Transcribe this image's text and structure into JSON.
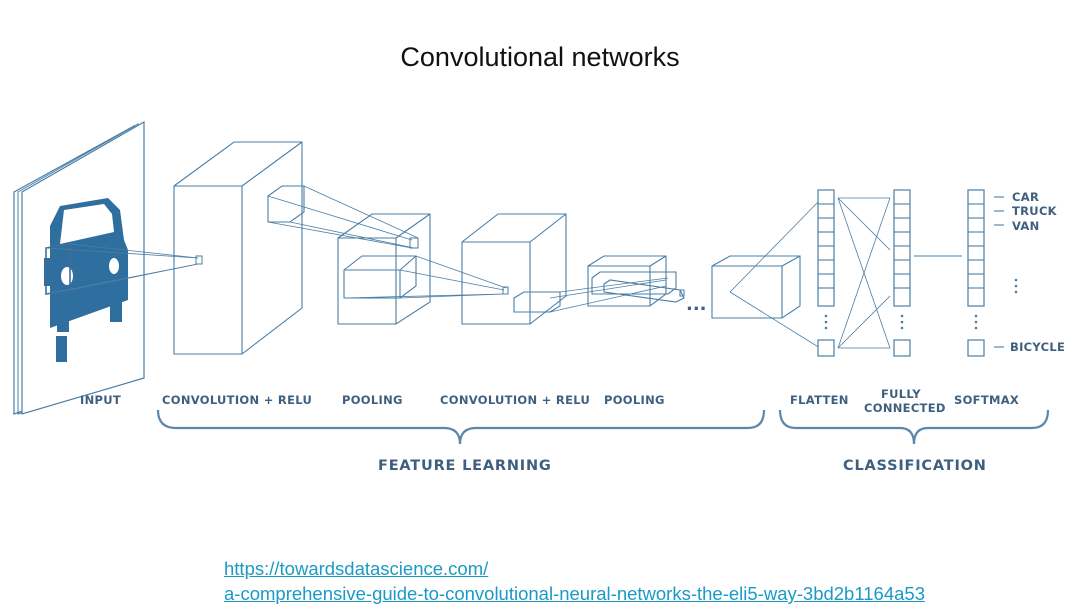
{
  "slide": {
    "title": "Convolutional networks"
  },
  "diagram": {
    "stages": {
      "input": "INPUT",
      "conv1": "CONVOLUTION + RELU",
      "pool1": "POOLING",
      "conv2": "CONVOLUTION + RELU",
      "pool2": "POOLING",
      "flatten": "FLATTEN",
      "fc_line1": "FULLY",
      "fc_line2": "CONNECTED",
      "softmax": "SOFTMAX"
    },
    "groups": {
      "feature_learning": "FEATURE LEARNING",
      "classification": "CLASSIFICATION"
    },
    "outputs": [
      "CAR",
      "TRUCK",
      "VAN",
      "BICYCLE"
    ],
    "ellipsis": "...",
    "colors": {
      "line": "#4a7ea6",
      "car": "#2f6f9f",
      "label": "#3f5f7f"
    },
    "input_icon": "car-icon"
  },
  "source": {
    "line1": "https://towardsdatascience.com/",
    "line2": "a-comprehensive-guide-to-convolutional-neural-networks-the-eli5-way-3bd2b1164a53"
  }
}
